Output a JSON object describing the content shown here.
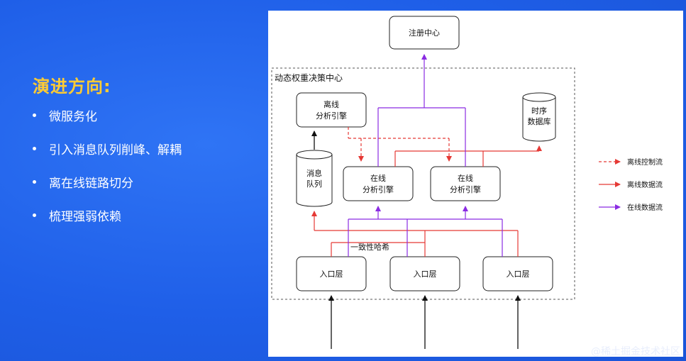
{
  "left": {
    "heading": "演进方向:",
    "bullets": [
      "微服务化",
      "引入消息队列削峰、解耦",
      "离在线链路切分",
      "梳理强弱依赖"
    ]
  },
  "diagram": {
    "registry": "注册中心",
    "group_title": "动态权重决策中心",
    "offline_engine": [
      "离线",
      "分析引擎"
    ],
    "queue": [
      "消息",
      "队列"
    ],
    "online_engine_1": [
      "在线",
      "分析引擎"
    ],
    "online_engine_2": [
      "在线",
      "分析引擎"
    ],
    "tsdb": [
      "时序",
      "数据库"
    ],
    "consistent_hash": "一致性哈希",
    "entry_1": "入口层",
    "entry_2": "入口层",
    "entry_3": "入口层",
    "colors": {
      "offline_control": "#e53935",
      "offline_data": "#e53935",
      "online_data": "#8a2be2"
    }
  },
  "legend": [
    {
      "label": "离线控制流",
      "style": "dashed",
      "color": "#e53935"
    },
    {
      "label": "离线数据流",
      "style": "solid",
      "color": "#e53935"
    },
    {
      "label": "在线数据流",
      "style": "solid",
      "color": "#8a2be2"
    }
  ],
  "watermark": "@稀土掘金技术社区"
}
